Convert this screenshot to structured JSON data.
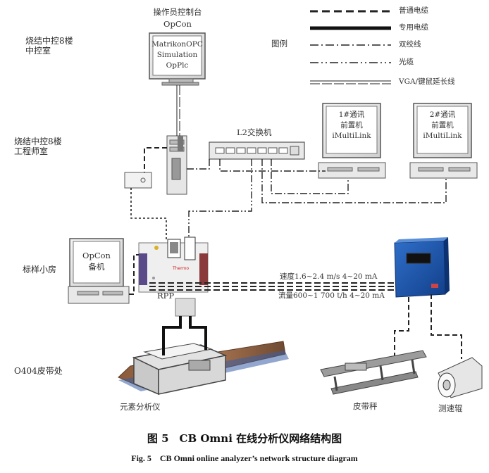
{
  "locations": {
    "control_room": [
      "烧结中控8楼",
      "中控室"
    ],
    "engineer_room": [
      "烧结中控8楼",
      "工程师室"
    ],
    "sample_house": "标样小房",
    "belt": "O404皮带处"
  },
  "operator_station": {
    "title": "操作员控制台",
    "name": "OpCon",
    "screen_lines": [
      "MatrikonOPC",
      "Simulation",
      "OpPlc"
    ]
  },
  "switch_label": "L2交换机",
  "comm_pc1": [
    "1#通讯",
    "前置机",
    "iMultiLink"
  ],
  "comm_pc2": [
    "2#通讯",
    "前置机",
    "iMultiLink"
  ],
  "opcon_backup": [
    "OpCon",
    "备机"
  ],
  "rpp_label": "RPP",
  "signal_speed": "速度1.6~2.4 m/s  4~20 mA",
  "signal_flow": "流量600~1 700 t/h  4~20 mA",
  "legend": {
    "title": "图例",
    "items": [
      "普通电缆",
      "专用电缆",
      "双绞线",
      "光缆",
      "VGA/键鼠延长线"
    ]
  },
  "devices": {
    "analyzer": "元素分析仪",
    "belt_scale": "皮带秤",
    "speed_roller": "测速辊"
  },
  "caption": {
    "cn": "图 5　CB Omni 在线分析仪网络结构图",
    "en": "Fig. 5　CB Omni online analyzer’s network structure diagram"
  }
}
